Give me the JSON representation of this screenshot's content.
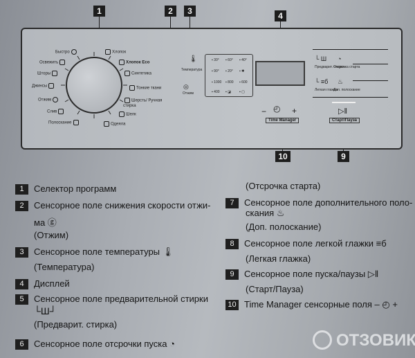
{
  "callouts": {
    "n1": "1",
    "n2": "2",
    "n3": "3",
    "n4": "4",
    "n5": "5",
    "n6": "6",
    "n7": "7",
    "n8": "8",
    "n9": "9",
    "n10": "10"
  },
  "programs_left": [
    "Быстро",
    "Освежить",
    "Шторы",
    "Джинсы",
    "Отжим",
    "Слив",
    "Полоскание"
  ],
  "programs_right": [
    "Хлопок",
    "Хлопок Eco",
    "Синтетика",
    "Тонкие ткани",
    "Шерсть/ Ручная стирка",
    "Шелк",
    "Одеяла"
  ],
  "panel": {
    "temp_label": "Температура",
    "spin_label": "Отжим",
    "temp_values": [
      "30°",
      "60°",
      "40°",
      "90°",
      "20°",
      "1000",
      "800",
      "600",
      "400"
    ],
    "prewash_label": "Предварит. стирка",
    "delay_label": "Отсрочка старта",
    "easyiron_label": "Легкая глажка",
    "rinse_label": "Доп. полоскание",
    "time_manager": "Time Manager",
    "tm_minus": "−",
    "tm_plus": "+",
    "start_label": "Старт/Пауза"
  },
  "legend": {
    "l1": "Селектор программ",
    "l2a": "Сенсорное поле снижения скорости отжи-",
    "l2b": "ма",
    "l2c": "(Отжим)",
    "l3a": "Сенсорное поле температуры",
    "l3b": "(Температура)",
    "l4": "Дисплей",
    "l5a": "Сенсорное поле предварительной стирки",
    "l5b": "(Предварит. стирка)",
    "l6": "Сенсорное поле отсрочки пуска",
    "r0": "(Отсрочка старта)",
    "l7a": "Сенсорное поле дополнительного поло-",
    "l7b": "скания",
    "l7c": "(Доп. полоскание)",
    "l8": "Сенсорное поле легкой глажки",
    "l8b": "(Легкая глажка)",
    "l9": "Сенсорное поле пуска/паузы",
    "l9b": "(Старт/Пауза)",
    "l10": "Time Manager сенсорные поля –"
  },
  "watermark": "ОТЗОВИК"
}
